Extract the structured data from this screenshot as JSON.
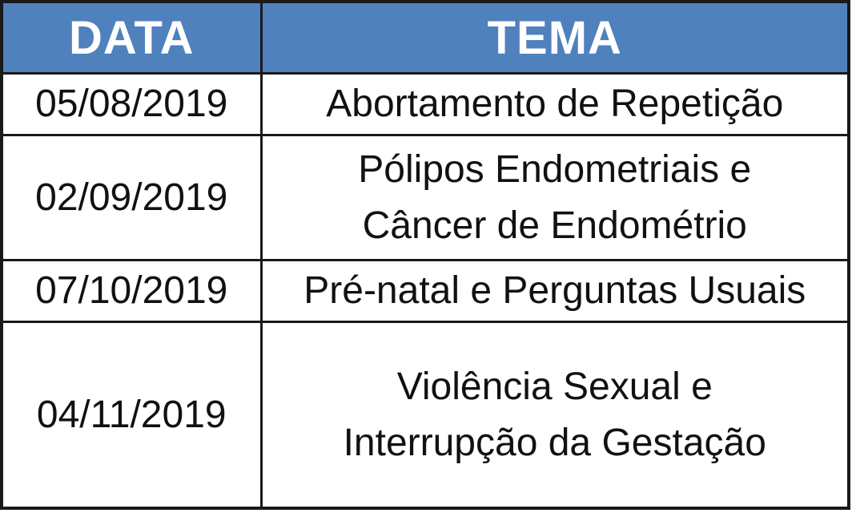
{
  "table": {
    "headers": [
      "DATA",
      "TEMA"
    ],
    "rows": [
      {
        "date": "05/08/2019",
        "theme_lines": [
          "Abortamento de Repetição"
        ]
      },
      {
        "date": "02/09/2019",
        "theme_lines": [
          "Pólipos Endometriais e",
          "Câncer de Endométrio"
        ]
      },
      {
        "date": "07/10/2019",
        "theme_lines": [
          "Pré-natal e Perguntas Usuais"
        ]
      },
      {
        "date": "04/11/2019",
        "theme_lines": [
          "Violência Sexual e",
          "Interrupção da Gestação"
        ]
      }
    ]
  },
  "colors": {
    "header_background": "#4f81bd",
    "header_text": "#ffffff",
    "border": "#1a1a1a",
    "body_text": "#111111"
  }
}
